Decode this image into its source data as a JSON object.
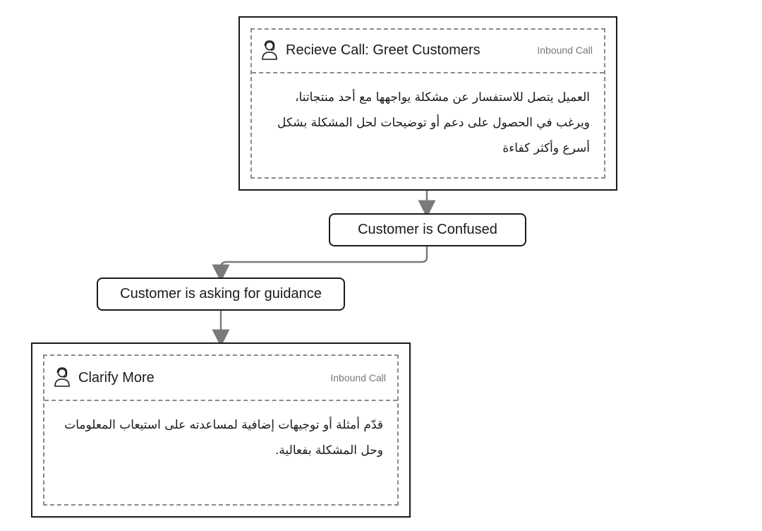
{
  "nodes": {
    "greet": {
      "title": "Recieve Call: Greet Customers",
      "tag": "Inbound Call",
      "icon": "person-headset-icon",
      "description": "العميل يتصل للاستفسار عن مشكلة يواجهها مع أحد منتجاتنا، ويرغب في الحصول على دعم أو توضيحات لحل المشكلة بشكل أسرع وأكثر كفاءة"
    },
    "confused": {
      "label": "Customer is Confused"
    },
    "guidance": {
      "label": "Customer is asking for guidance"
    },
    "clarify": {
      "title": "Clarify More",
      "tag": "Inbound Call",
      "icon": "person-headset-icon",
      "description": "قدّم أمثلة أو توجيهات إضافية لمساعدته على استيعاب المعلومات وحل المشكلة بفعالية."
    }
  },
  "colors": {
    "stroke": "#1a1a1a",
    "dashed": "#8a8a8a",
    "connector": "#7a7a7a",
    "tag_text": "#777777"
  }
}
